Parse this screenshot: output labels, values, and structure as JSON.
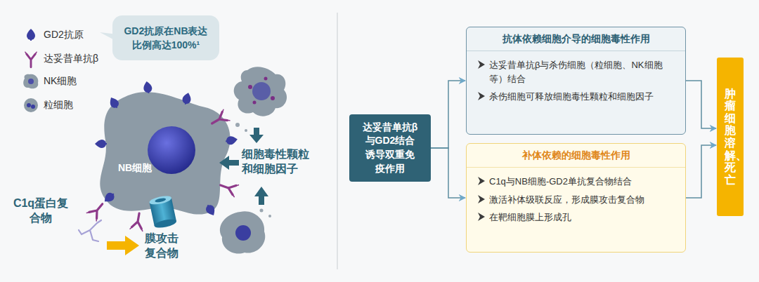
{
  "diagram": {
    "nodes": [
      {
        "text": [
          "GD2抗原在NB表达比例高达100%¹"
        ]
      },
      {
        "text": [
          "达妥昔单抗β与GD2结合诱导双重免疫作用"
        ]
      },
      {
        "text": [
          "抗体依赖细胞介导的细胞毒性作用",
          "达妥昔单抗β与杀伤细胞（粒细胞、NK细胞等）结合",
          "杀伤细胞可释放细胞毒性颗粒和细胞因子"
        ]
      },
      {
        "text": [
          "补体依赖的细胞毒性作用",
          "C1q与NB细胞-GD2单抗复合物结合",
          "激活补体级联反应，形成膜攻击复合物",
          "在靶细胞膜上形成孔"
        ]
      },
      {
        "text": [
          "肿瘤细胞溶解、死亡"
        ]
      }
    ],
    "edges": [
      {
        "from": 1,
        "to": 2,
        "arrow": "to"
      },
      {
        "from": 1,
        "to": 3,
        "arrow": "to"
      },
      {
        "from": 2,
        "to": 4,
        "arrow": "to"
      },
      {
        "from": 3,
        "to": 4,
        "arrow": "to"
      }
    ],
    "labels": [
      "NB细胞",
      "细胞毒性颗粒和细胞因子",
      "C1q蛋白复合物",
      "膜攻击复合物"
    ],
    "legend": [
      {
        "text": "GD2抗原"
      },
      {
        "text": "达妥昔单抗β"
      },
      {
        "text": "NK细胞"
      },
      {
        "text": "粒细胞"
      }
    ]
  }
}
